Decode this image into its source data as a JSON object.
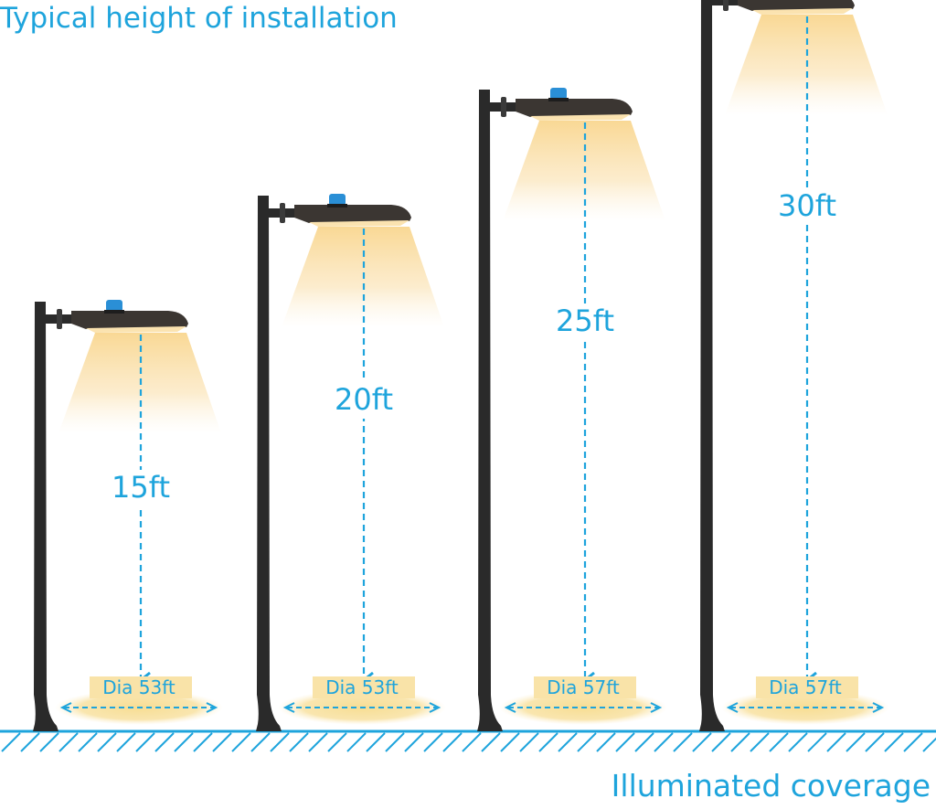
{
  "title": "Typical height of installation",
  "footer": "Illuminated coverage",
  "colors": {
    "accent": "#1ea4dc",
    "pole": "#2a2a2a",
    "light_beam": "#fbe3b0",
    "ground_glow": "#f6d888",
    "sensor": "#2a8fd6"
  },
  "poles": [
    {
      "height_label": "15ft",
      "height_ft": 15,
      "diameter_label": "Dia 53ft",
      "diameter_ft": 53
    },
    {
      "height_label": "20ft",
      "height_ft": 20,
      "diameter_label": "Dia 53ft",
      "diameter_ft": 53
    },
    {
      "height_label": "25ft",
      "height_ft": 25,
      "diameter_label": "Dia 57ft",
      "diameter_ft": 57
    },
    {
      "height_label": "30ft",
      "height_ft": 30,
      "diameter_label": "Dia 57ft",
      "diameter_ft": 57
    }
  ]
}
